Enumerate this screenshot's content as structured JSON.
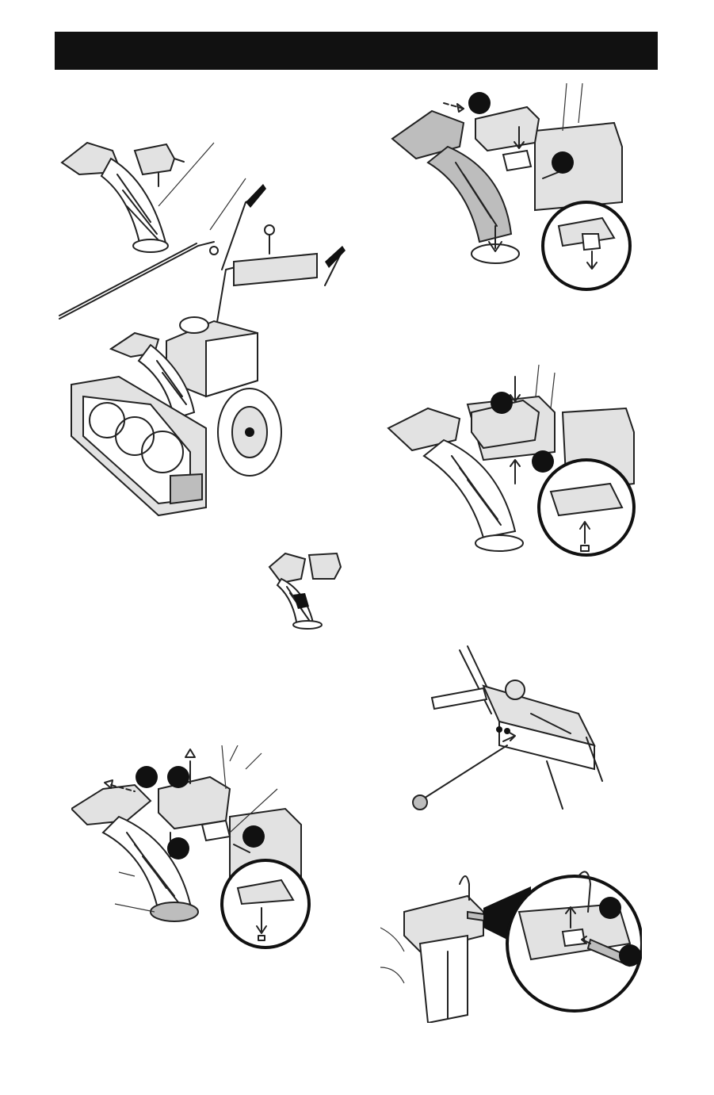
{
  "header": {
    "title": ""
  },
  "colors": {
    "header_bar": "#111111",
    "line": "#222222",
    "shade": "#bdbdbd"
  },
  "figures": [
    {
      "id": "snowthrower-overview",
      "description_icon": "snowthrower-with-chute-and-crank-rod"
    },
    {
      "id": "chute-assembly-removal",
      "description_icon": "chute-removal-with-callouts"
    },
    {
      "id": "chute-small-view",
      "description_icon": "chute-small"
    },
    {
      "id": "chute-install",
      "description_icon": "chute-install-with-detail-circle"
    },
    {
      "id": "chute-bolt-secure",
      "description_icon": "chute-bolt-with-detail-circle"
    },
    {
      "id": "crank-rod-insert",
      "description_icon": "crank-rod-into-dash-panel"
    },
    {
      "id": "crank-rod-pin",
      "description_icon": "crank-rod-hairpin-detail"
    }
  ]
}
